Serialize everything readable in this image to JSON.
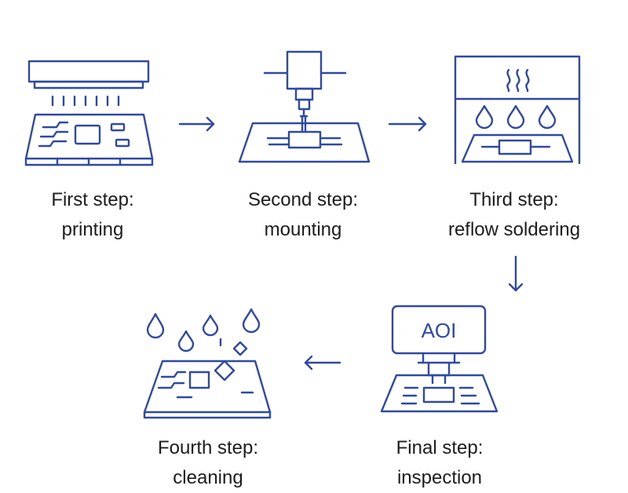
{
  "steps": [
    {
      "line1": "First step:",
      "line2": "printing",
      "icon": "stencil-printer-icon"
    },
    {
      "line1": "Second step:",
      "line2": "mounting",
      "icon": "pick-and-place-icon"
    },
    {
      "line1": "Third step:",
      "line2": "reflow soldering",
      "icon": "reflow-oven-icon"
    },
    {
      "line1": "Fourth step:",
      "line2": "cleaning",
      "icon": "washing-board-icon"
    },
    {
      "line1": "Final step:",
      "line2": "inspection",
      "icon": "aoi-camera-icon"
    }
  ],
  "aoi_screen_text": "AOI",
  "colors": {
    "stroke": "#2f4aa6",
    "text": "#1c1c1c",
    "background": "#ffffff"
  }
}
